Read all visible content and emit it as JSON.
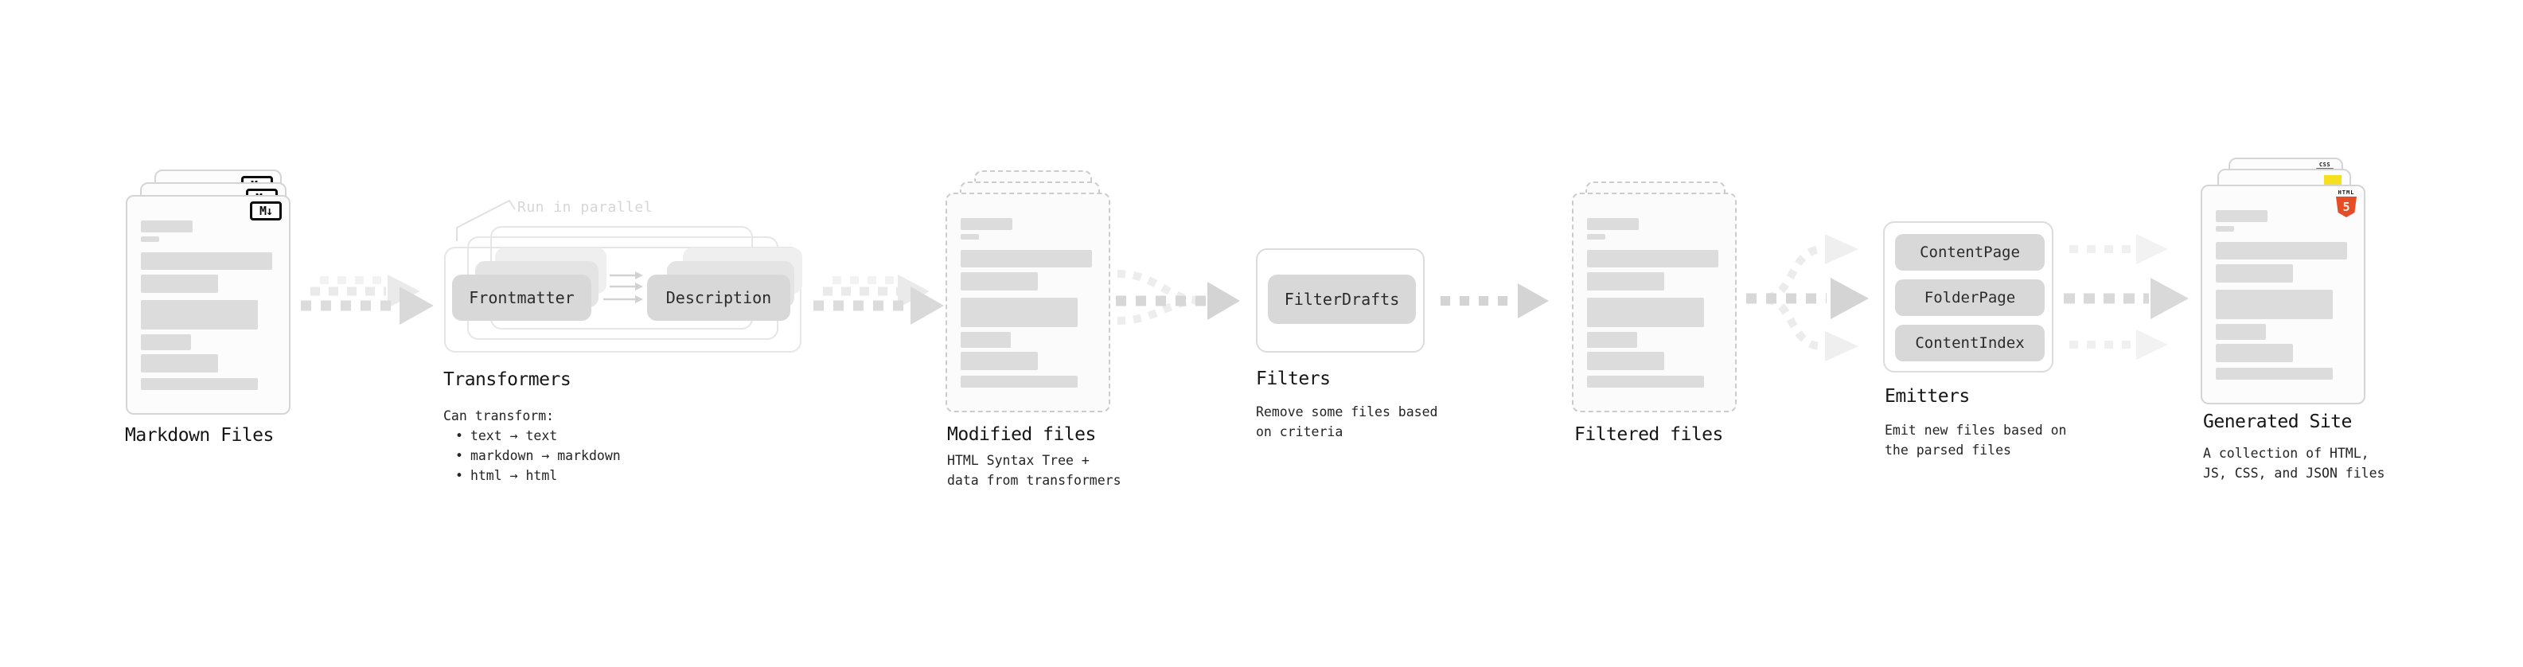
{
  "markdown_files": {
    "title": "Markdown Files",
    "badge": "M↓"
  },
  "transformers": {
    "annotation": "Run in parallel",
    "pill_left": "Frontmatter",
    "pill_right": "Description",
    "title": "Transformers",
    "intro": "Can transform:",
    "bullet_char": "•",
    "bullets": [
      "text → text",
      "markdown → markdown",
      "html → html"
    ]
  },
  "modified_files": {
    "title": "Modified files",
    "desc_line1": "HTML Syntax Tree +",
    "desc_line2": "data from transformers"
  },
  "filters": {
    "pill": "FilterDrafts",
    "title": "Filters",
    "desc_line1": "Remove some files based",
    "desc_line2": "on criteria"
  },
  "filtered_files": {
    "title": "Filtered files"
  },
  "emitters": {
    "pill_1": "ContentPage",
    "pill_2": "FolderPage",
    "pill_3": "ContentIndex",
    "title": "Emitters",
    "desc_line1": "Emit new files based on",
    "desc_line2": "the parsed files"
  },
  "generated_site": {
    "title": "Generated Site",
    "desc_line1": "A collection of HTML,",
    "desc_line2": "JS, CSS, and JSON files",
    "badge_css": "CSS",
    "badge_html5_word": "HTML",
    "badge_html5_number": "5"
  },
  "colors": {
    "html5_orange": "#e44d26",
    "js_yellow": "#f6df1f",
    "css_blue": "#2f6df6",
    "pill_gray": "#d8d8d8",
    "bar_gray": "#dcdcdc",
    "arrow_gray": "#d9d9d9",
    "arrow_light": "#ececec",
    "text_dark": "#161616",
    "annotation_gray": "#d6d6d6"
  }
}
